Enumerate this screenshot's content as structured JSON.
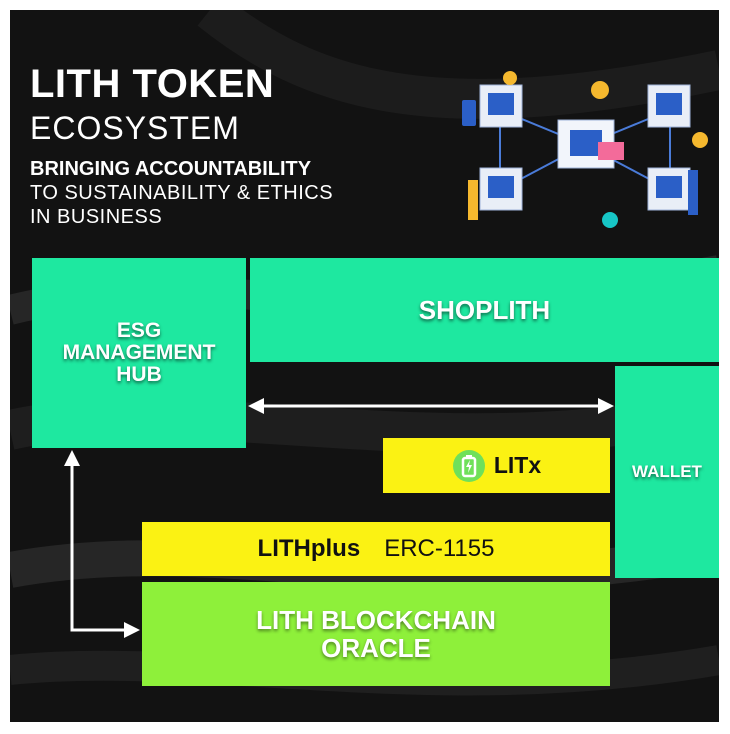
{
  "header": {
    "title_line1": "LITH TOKEN",
    "title_line2": "ECOSYSTEM",
    "subtitle_line1": "BRINGING ACCOUNTABILITY",
    "subtitle_line2": "TO SUSTAINABILITY & ETHICS",
    "subtitle_line3": "IN BUSINESS"
  },
  "diagram": {
    "esg_line1": "ESG",
    "esg_line2": "MANAGEMENT",
    "esg_line3": "HUB",
    "shoplith": "SHOPLITH",
    "wallet": "WALLET",
    "litx": "LITx",
    "lithplus": "LITHplus",
    "lithplus_standard": "ERC-1155",
    "oracle_line1": "LITH BLOCKCHAIN",
    "oracle_line2": "ORACLE"
  },
  "colors": {
    "background": "#121212",
    "green": "#1ee8a0",
    "lime": "#8ef03a",
    "yellow": "#fbf213",
    "arrow": "#ffffff"
  },
  "icons": {
    "illustration": "blockchain-network-illustration",
    "litx_logo": "battery-bolt-icon"
  }
}
